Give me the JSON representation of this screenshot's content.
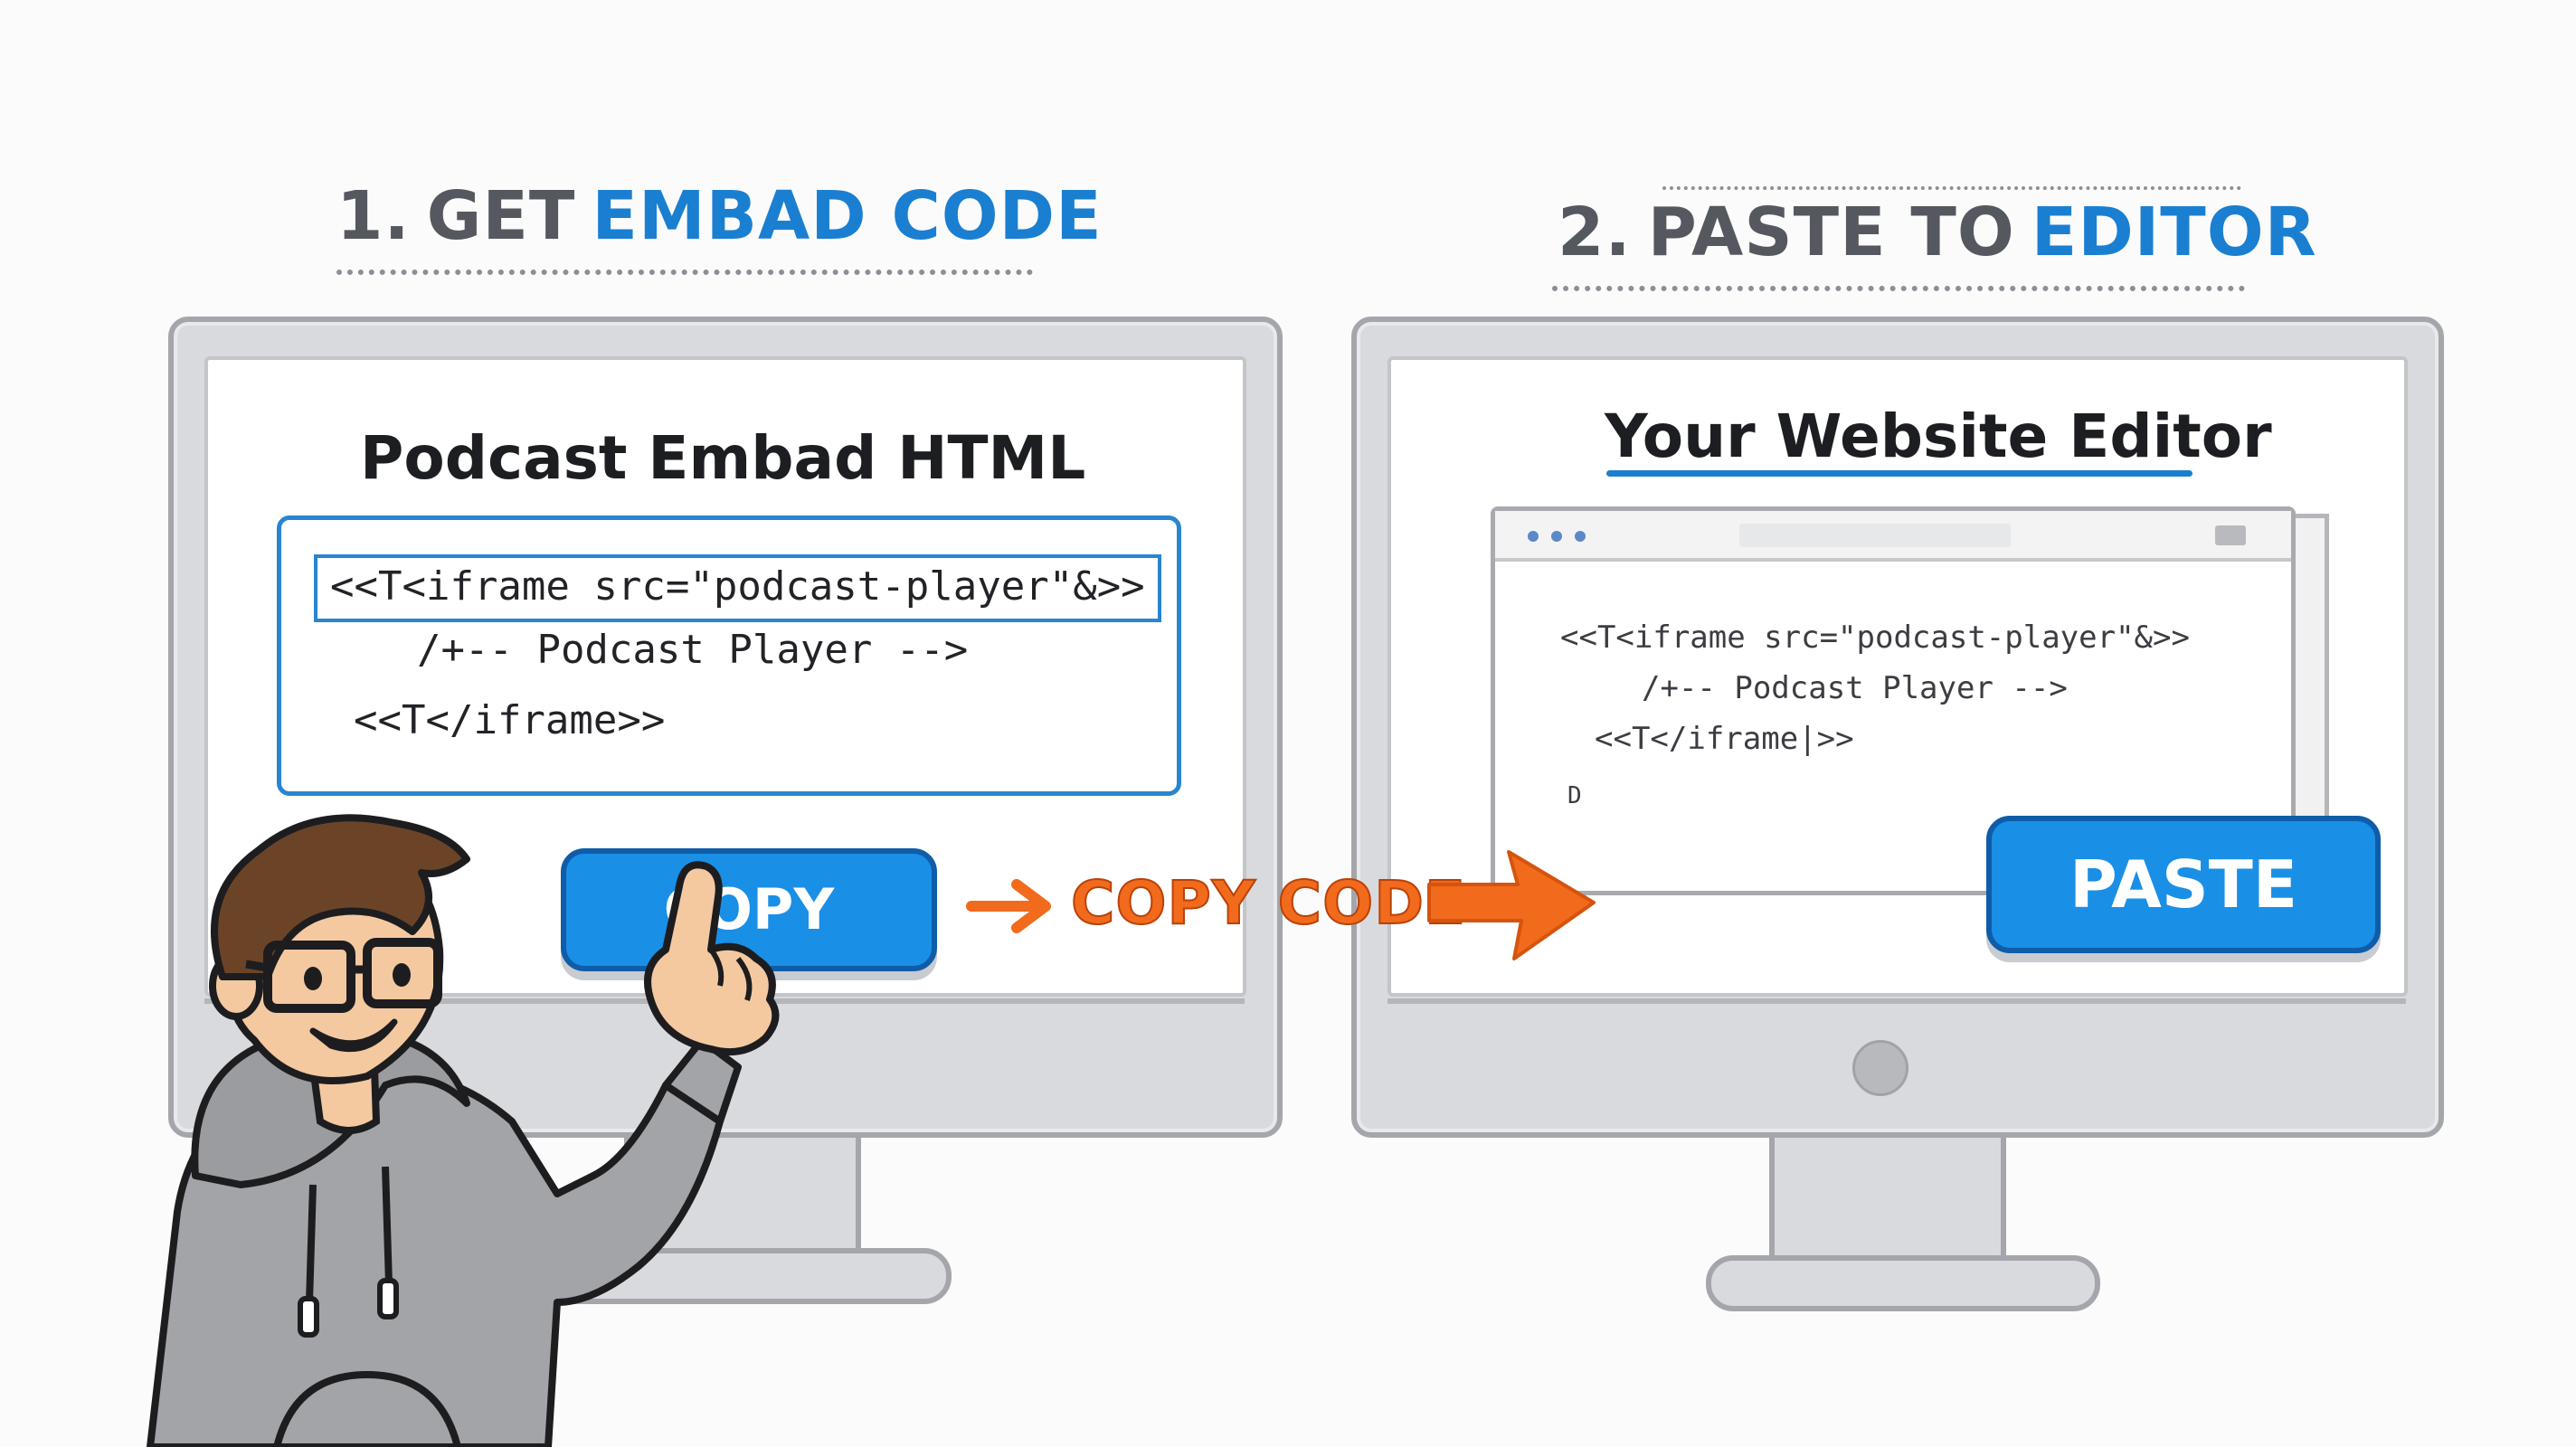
{
  "steps": {
    "step1": {
      "number": "1.",
      "text": "GET",
      "highlight": "EMBAD CODE"
    },
    "step2": {
      "number": "2.",
      "text": "PASTE TO",
      "highlight": "EDITOR"
    }
  },
  "left_monitor": {
    "title": "Podcast Embad HTML",
    "code_lines": [
      "<<T<iframe src=\"podcast-player\"&>>",
      "/+-- Podcast Player -->",
      "<<T</iframe>>"
    ],
    "copy_button_label": "COPY"
  },
  "right_monitor": {
    "title": "Your Website Editor",
    "code_lines": [
      "<<T<iframe src=\"podcast-player\"&>>",
      "/+-- Podcast Player -->",
      "<<T</iframe|>>"
    ],
    "cursor_glyph": "D",
    "paste_button_label": "PASTE"
  },
  "flow_label": "COPY CODE",
  "colors": {
    "accent_blue": "#1a7fd1",
    "button_blue": "#1a8fe6",
    "arrow_orange": "#f26a1b"
  },
  "icons": [
    "arrow-right-small-icon",
    "arrow-right-large-icon",
    "pointing-hand-icon",
    "glasses-icon"
  ]
}
